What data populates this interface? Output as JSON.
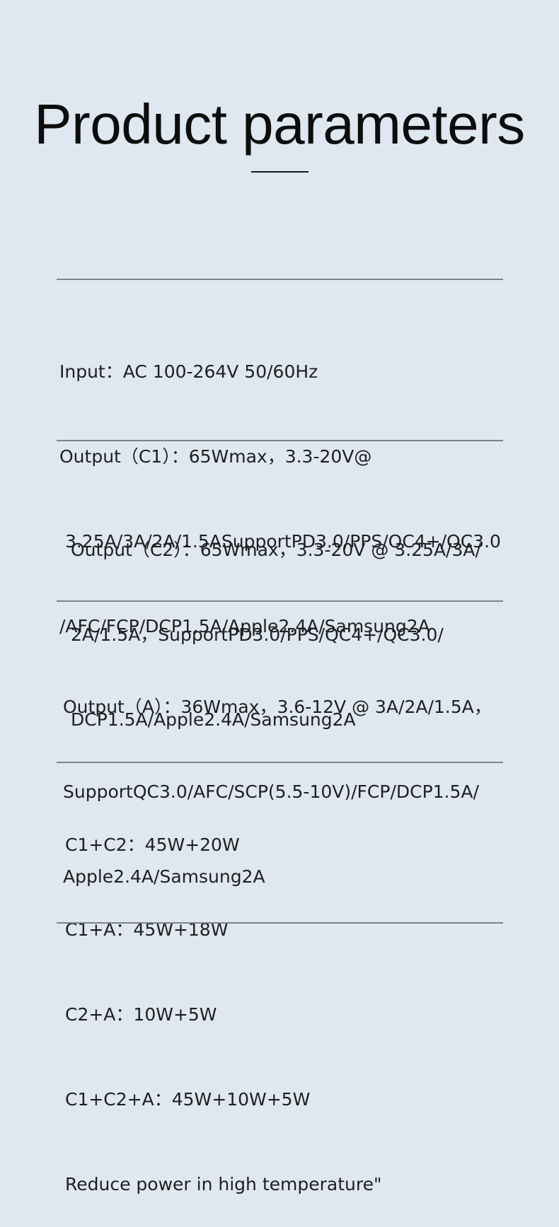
{
  "title": "Product parameters",
  "sections": [
    {
      "lines": [
        "Input：AC 100-264V 50/60Hz",
        "Output（C1）：65Wmax，3.3-20V@",
        " 3.25A/3A/2A/1.5ASupportPD3.0/PPS/QC4+/QC3.0",
        "/AFC/FCP/DCP1.5A/Apple2.4A/Samsung2A"
      ]
    },
    {
      "lines": [
        "Output（C2）：65Wmax，3.3-20V @ 3.25A/3A/",
        "2A/1.5A，SupportPD3.0/PPS/QC4+/QC3.0/",
        "DCP1.5A/Apple2.4A/Samsung2A"
      ]
    },
    {
      "lines": [
        "Output（A）：36Wmax，3.6-12V @ 3A/2A/1.5A，",
        "SupportQC3.0/AFC/SCP(5.5-10V)/FCP/DCP1.5A/",
        "Apple2.4A/Samsung2A"
      ]
    },
    {
      "lines": [
        "C1+C2：45W+20W",
        "C1+A：45W+18W",
        "C2+A：10W+5W",
        "C1+C2+A：45W+10W+5W",
        "Reduce power in high temperature\""
      ]
    }
  ]
}
